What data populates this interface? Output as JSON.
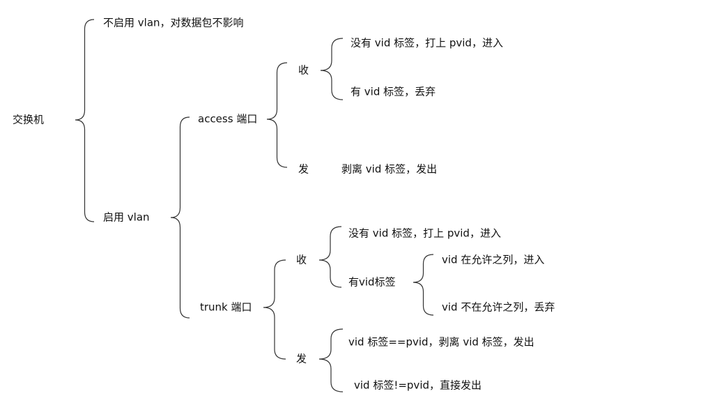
{
  "root": "交换机",
  "no_vlan": "不启用 vlan，对数据包不影响",
  "vlan": "启用 vlan",
  "access": {
    "label": "access 端口",
    "recv": "收",
    "recv_untagged": "没有 vid 标签，打上 pvid，进入",
    "recv_tagged": "有 vid 标签，丢弃",
    "send": "发",
    "send_action": "剥离 vid 标签，发出"
  },
  "trunk": {
    "label": "trunk 端口",
    "recv": "收",
    "recv_untagged": "没有 vid 标签，打上 pvid，进入",
    "recv_tagged": "有vid标签",
    "allowed": "vid 在允许之列，进入",
    "not_allowed": "vid 不在允许之列，丢弃",
    "send": "发",
    "send_eq": "vid 标签==pvid，剥离 vid 标签，发出",
    "send_neq": "vid 标签!=pvid，直接发出"
  }
}
